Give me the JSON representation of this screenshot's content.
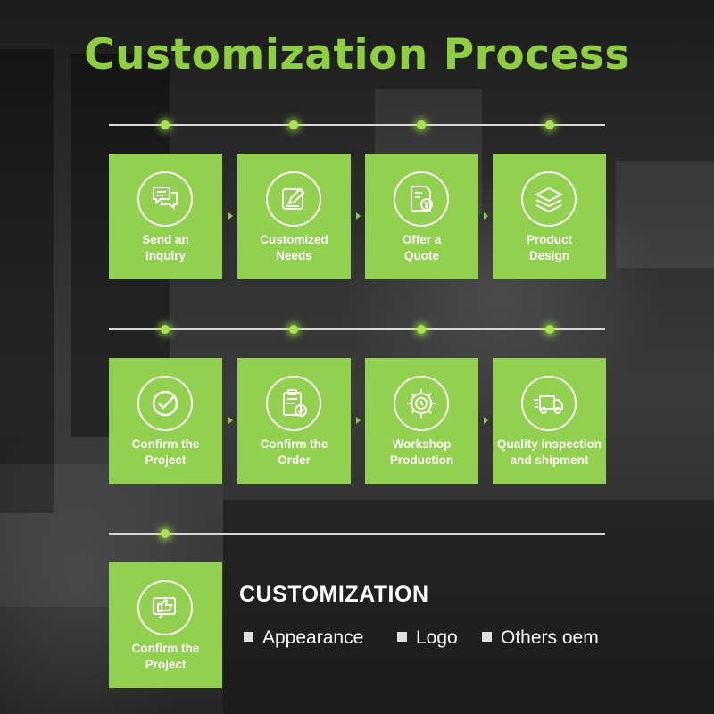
{
  "title": "Customization Process",
  "accent_color": "#92d050",
  "steps_row1": [
    {
      "label_line1": "Send an",
      "label_line2": "Inquiry",
      "icon": "chat-bubbles-icon"
    },
    {
      "label_line1": "Customized",
      "label_line2": "Needs",
      "icon": "edit-pen-icon"
    },
    {
      "label_line1": "Offer a",
      "label_line2": "Quote",
      "icon": "quote-document-icon"
    },
    {
      "label_line1": "Product",
      "label_line2": "Design",
      "icon": "layers-icon"
    }
  ],
  "steps_row2": [
    {
      "label_line1": "Confirm the",
      "label_line2": "Project",
      "icon": "check-circle-icon"
    },
    {
      "label_line1": "Confirm the",
      "label_line2": "Order",
      "icon": "clipboard-check-icon"
    },
    {
      "label_line1": "Workshop",
      "label_line2": "Production",
      "icon": "gear-icon"
    },
    {
      "label_line1": "Quality inspection",
      "label_line2": "and shipment",
      "icon": "delivery-truck-icon"
    }
  ],
  "steps_row3": [
    {
      "label_line1": "Confirm the",
      "label_line2": "Project",
      "icon": "thumbs-up-icon"
    }
  ],
  "customization": {
    "heading": "CUSTOMIZATION",
    "options": [
      "Appearance",
      "Logo",
      "Others oem"
    ]
  }
}
